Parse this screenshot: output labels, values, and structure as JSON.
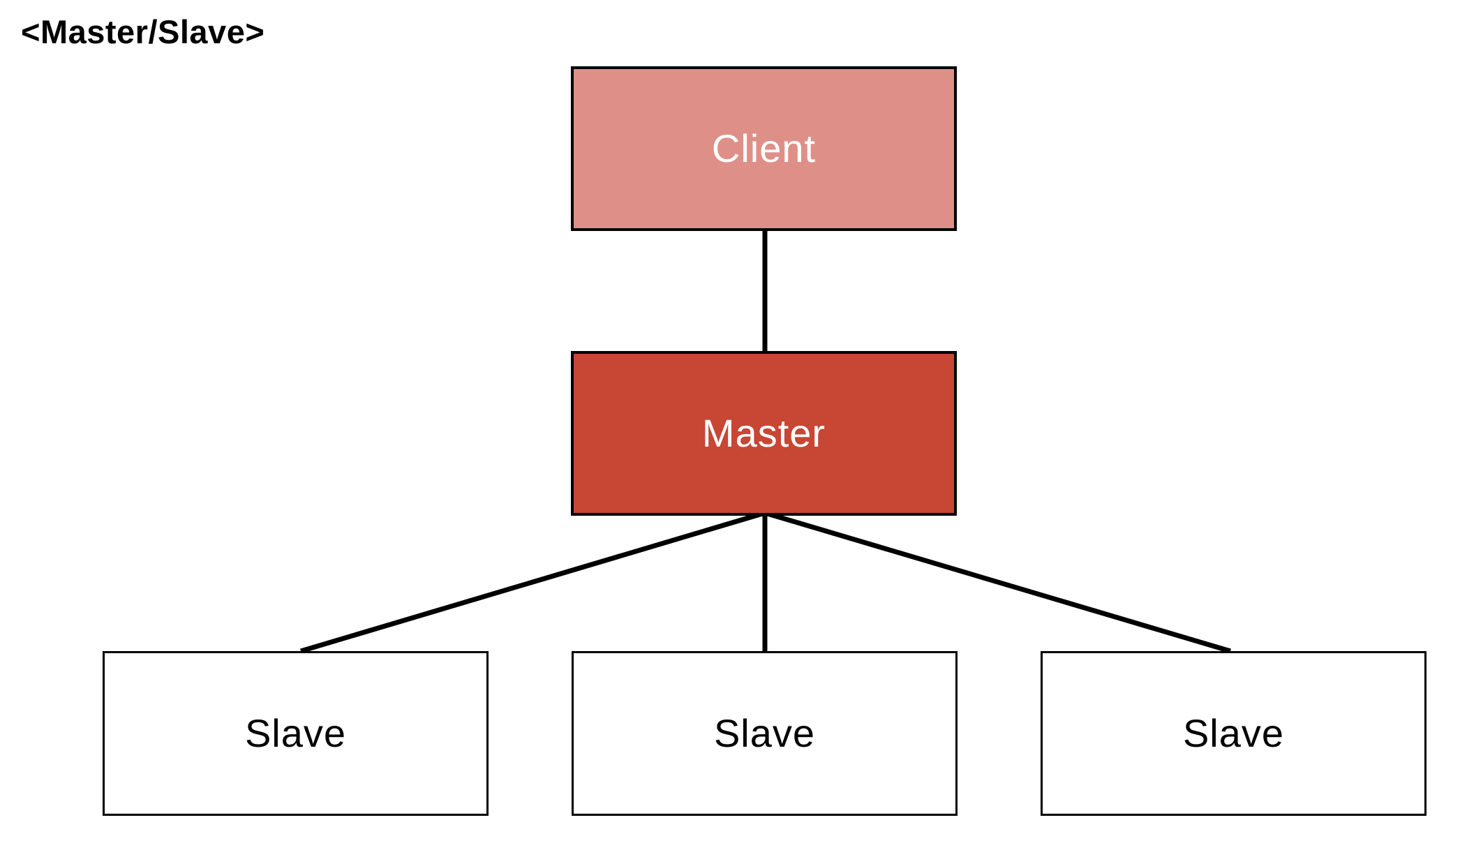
{
  "title": "<Master/Slave>",
  "nodes": {
    "client": {
      "label": "Client"
    },
    "master": {
      "label": "Master"
    },
    "slaves": [
      {
        "label": "Slave"
      },
      {
        "label": "Slave"
      },
      {
        "label": "Slave"
      }
    ]
  },
  "connections": [
    {
      "from": "client",
      "to": "master"
    },
    {
      "from": "master",
      "to": "slave-1"
    },
    {
      "from": "master",
      "to": "slave-2"
    },
    {
      "from": "master",
      "to": "slave-3"
    }
  ],
  "colors": {
    "background": "#FFFFFF",
    "client_fill": "#DE9088",
    "master_fill": "#C74634",
    "slave_fill": "#FFFFFF",
    "client_text": "#FFFFFF",
    "master_text": "#FFFFFF",
    "slave_text": "#000000",
    "border": "#000000",
    "connector": "#000000"
  }
}
